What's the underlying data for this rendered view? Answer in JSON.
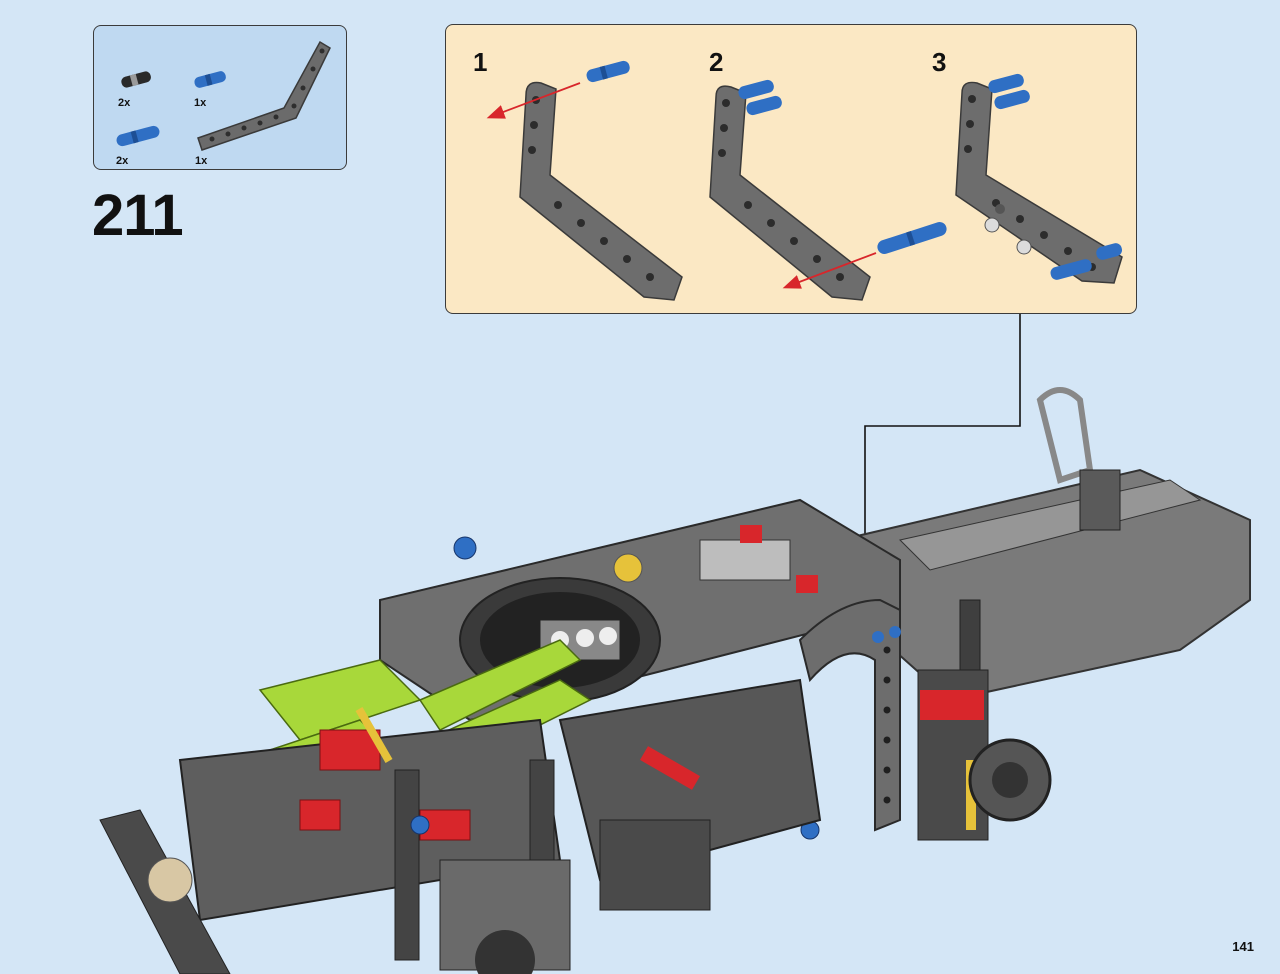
{
  "step": {
    "number": "211"
  },
  "parts_list": {
    "items": [
      {
        "part": "black-pin-with-friction",
        "color": "#2a2a2a",
        "qty": "2x"
      },
      {
        "part": "blue-axle-pin",
        "color": "#2f6fc4",
        "qty": "1x"
      },
      {
        "part": "long-blue-pin",
        "color": "#2f6fc4",
        "qty": "2x"
      },
      {
        "part": "dark-gray-bent-beam",
        "color": "#6b6b6b",
        "qty": "1x"
      }
    ]
  },
  "callout": {
    "substeps": [
      {
        "number": "1"
      },
      {
        "number": "2"
      },
      {
        "number": "3"
      }
    ]
  },
  "colors": {
    "background": "#d4e6f6",
    "parts_box": "#bfd9f1",
    "callout": "#fbe8c4",
    "beam_gray": "#6b6b6b",
    "lime": "#a8d83a",
    "red": "#d8262b",
    "blue": "#2f6fc4"
  },
  "page": {
    "number": "141"
  }
}
